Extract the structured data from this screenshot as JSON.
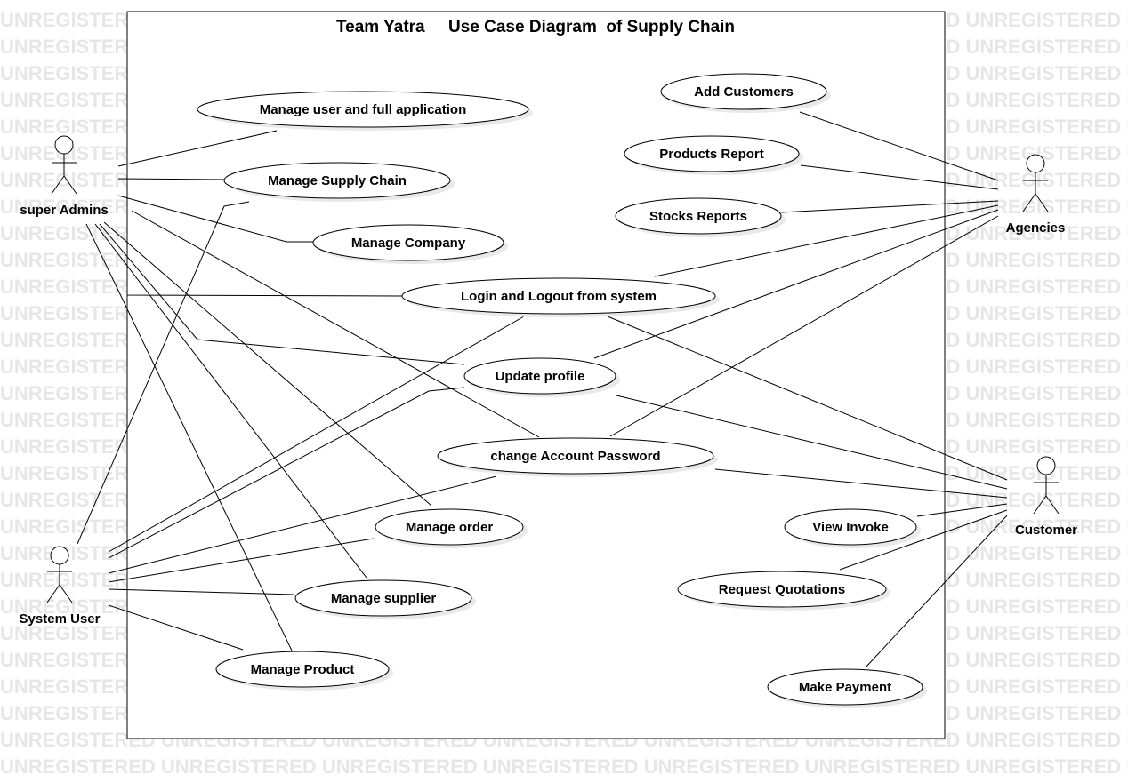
{
  "watermark": "UNREGISTERED",
  "title": "Team Yatra     Use Case Diagram  of Supply Chain",
  "actors": [
    {
      "id": "super_admins",
      "label": "super Admins"
    },
    {
      "id": "system_user",
      "label": "System User"
    },
    {
      "id": "agencies",
      "label": "Agencies"
    },
    {
      "id": "customer",
      "label": "Customer"
    }
  ],
  "use_cases": [
    {
      "id": "uc1",
      "label": "Manage user and full application"
    },
    {
      "id": "uc2",
      "label": "Manage Supply Chain"
    },
    {
      "id": "uc3",
      "label": "Manage Company"
    },
    {
      "id": "uc4",
      "label": "Login and Logout from system"
    },
    {
      "id": "uc5",
      "label": "Update profile"
    },
    {
      "id": "uc6",
      "label": "change Account Password"
    },
    {
      "id": "uc7",
      "label": "Manage order"
    },
    {
      "id": "uc8",
      "label": "Manage supplier"
    },
    {
      "id": "uc9",
      "label": "Manage Product"
    },
    {
      "id": "uc10",
      "label": "Add Customers"
    },
    {
      "id": "uc11",
      "label": "Products Report"
    },
    {
      "id": "uc12",
      "label": "Stocks Reports"
    },
    {
      "id": "uc13",
      "label": "View Invoke"
    },
    {
      "id": "uc14",
      "label": "Request Quotations"
    },
    {
      "id": "uc15",
      "label": "Make Payment"
    }
  ]
}
